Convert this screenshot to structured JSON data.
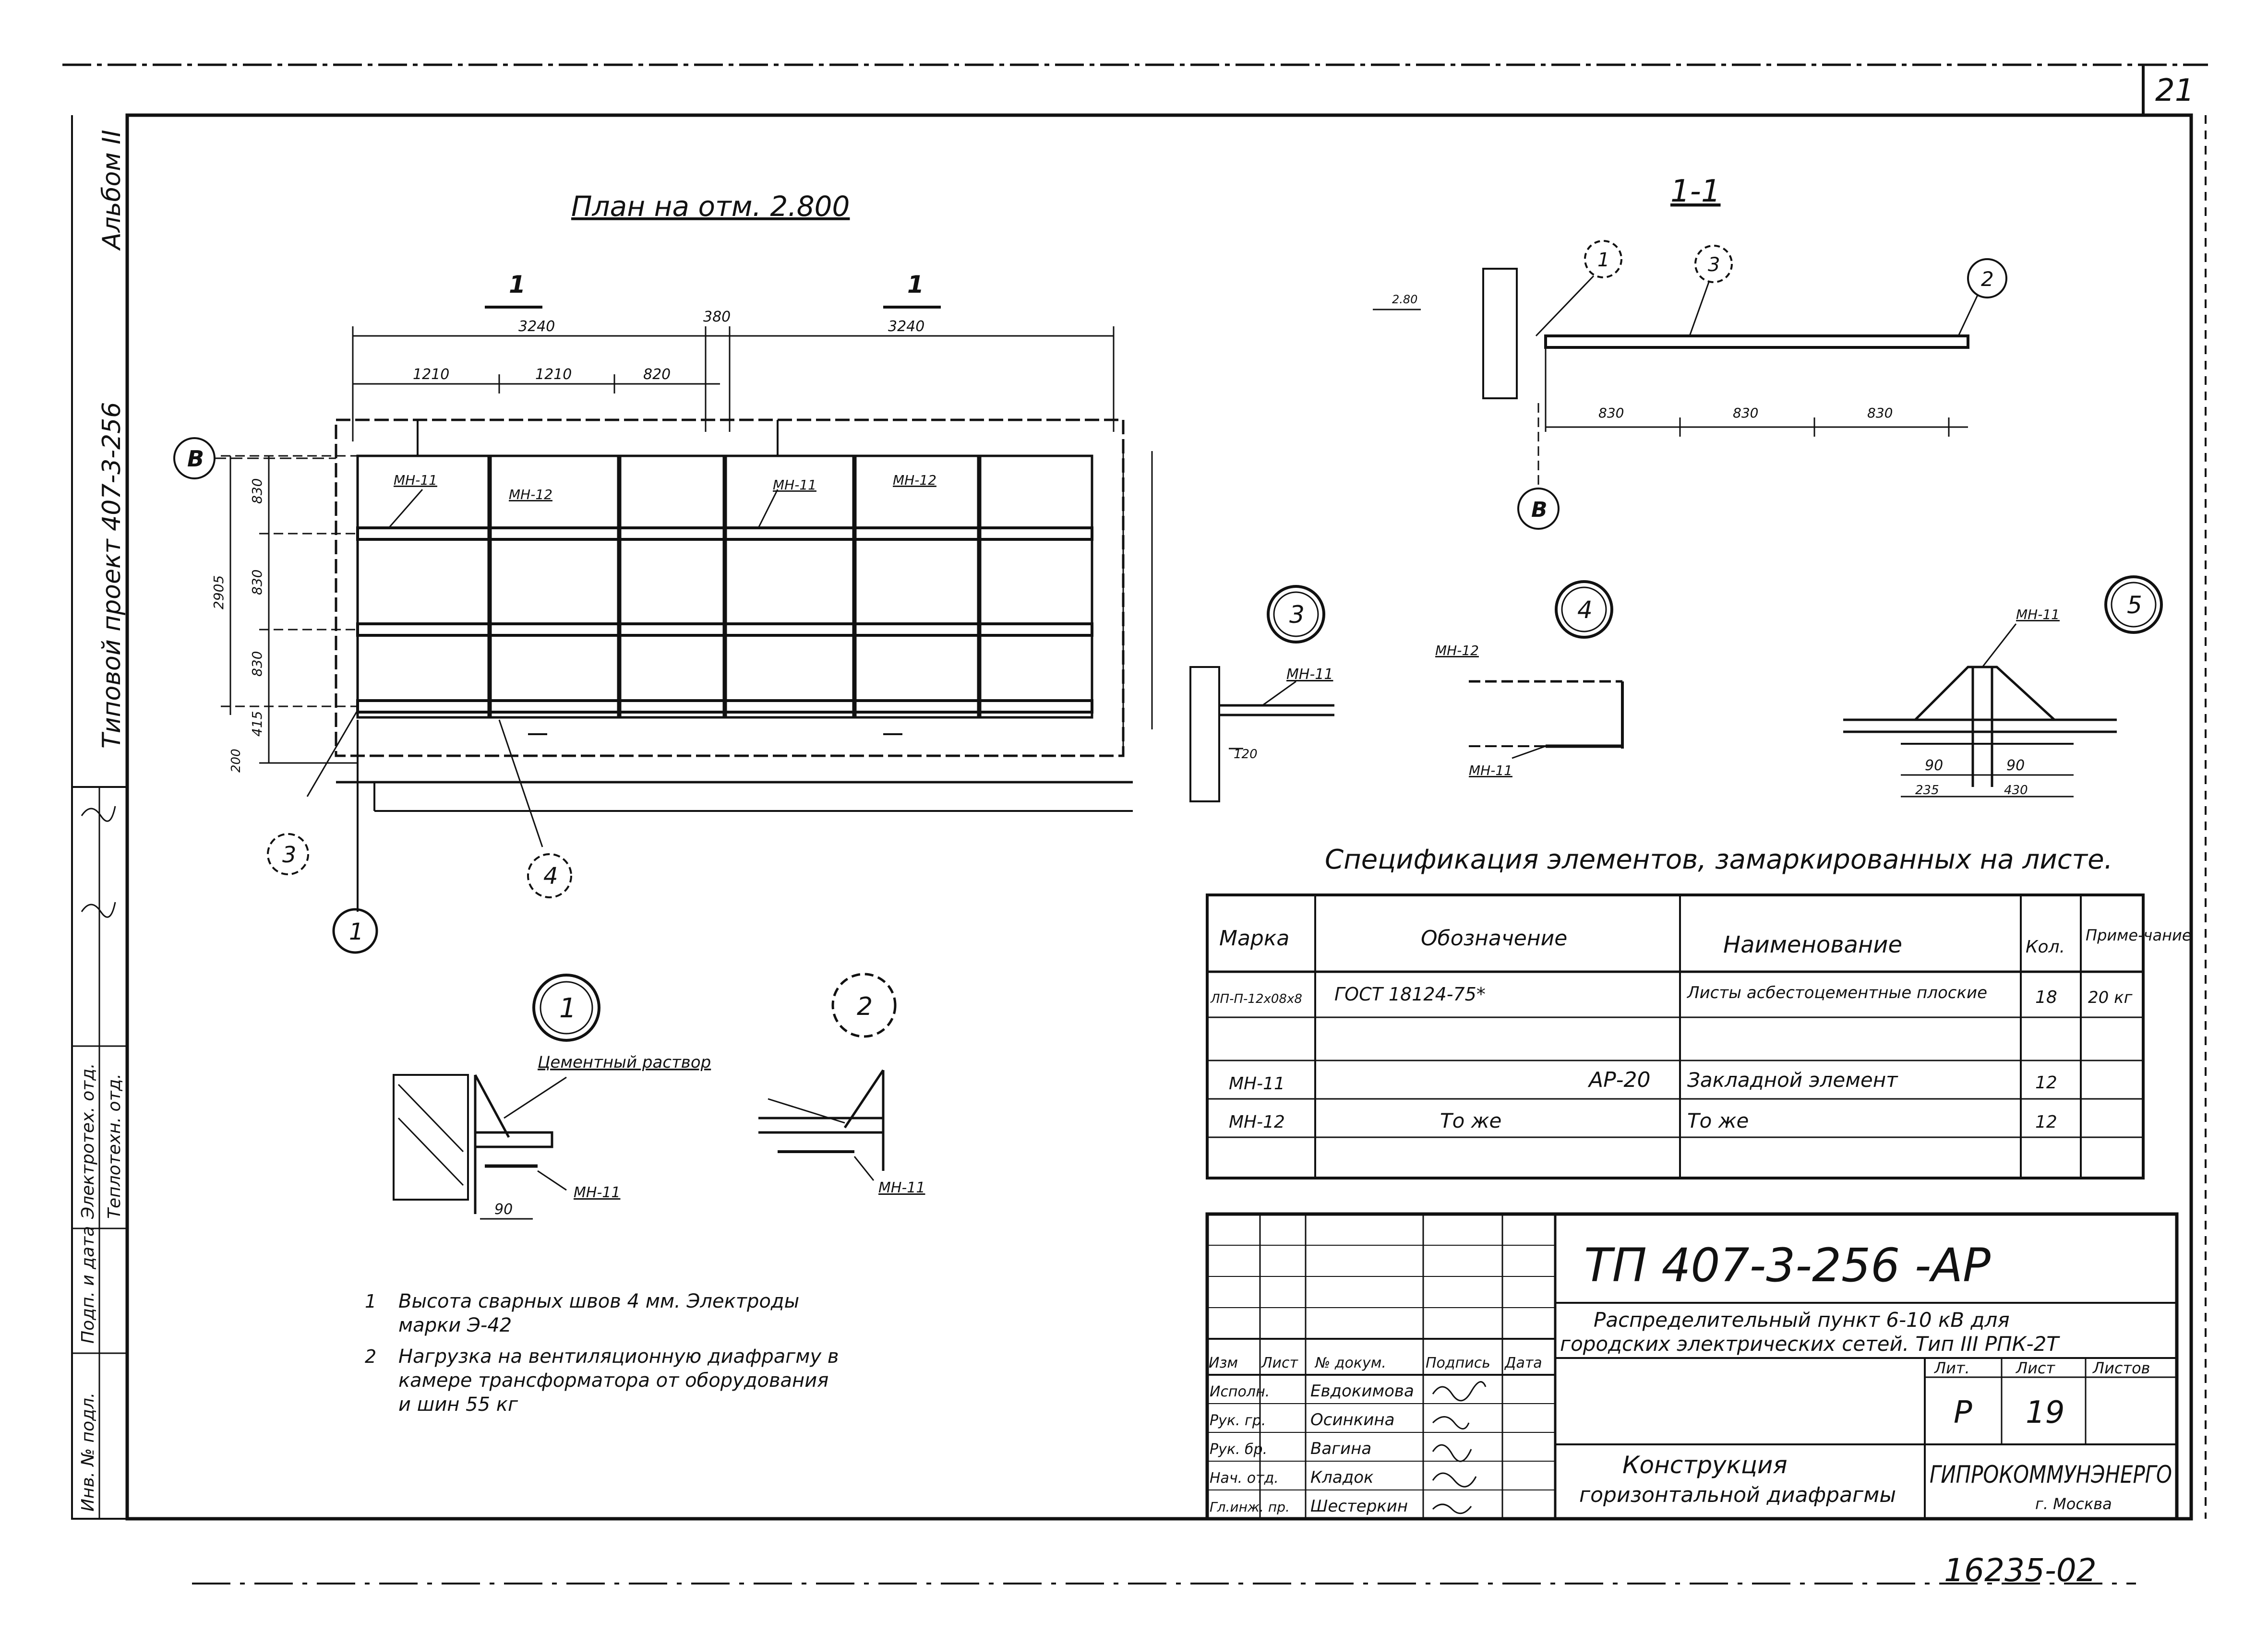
{
  "sheet": {
    "page_number": "21",
    "album_label": "Альбом II",
    "project_label": "Типовой проект 407-3-256",
    "archive_number": "16235-02"
  },
  "plan": {
    "title": "План на отм. 2.800",
    "dims_top": [
      "3240",
      "380",
      "3240"
    ],
    "dims_sub": [
      "1210",
      "1210",
      "820"
    ],
    "dims_left": [
      "830",
      "830",
      "830",
      "415",
      "200"
    ],
    "dim_total_left": "2905",
    "axis": "В",
    "section_marks": [
      "1",
      "1"
    ],
    "labels": [
      "МН-11",
      "МН-12",
      "МН-11",
      "МН-12"
    ],
    "callouts": [
      "1",
      "3",
      "4"
    ]
  },
  "section_1_1": {
    "title": "1-1",
    "level": "2.80",
    "dims": [
      "830",
      "830",
      "830"
    ],
    "axis": "В",
    "callouts": [
      "1",
      "3",
      "2"
    ]
  },
  "node3": {
    "num": "3",
    "label": "МН-11",
    "dim": "120"
  },
  "node4": {
    "num": "4",
    "label_top": "МН-12",
    "label_bottom": "МН-11"
  },
  "node5": {
    "num": "5",
    "label": "МН-11",
    "dims": [
      "90",
      "90",
      "235",
      "430"
    ]
  },
  "node1": {
    "num": "1",
    "note": "Цементный раствор",
    "label": "МН-11",
    "dim": "90"
  },
  "node2": {
    "num": "2",
    "label": "МН-11"
  },
  "spec": {
    "title": "Спецификация элементов, замаркированных на листе.",
    "headers": [
      "Марка",
      "Обозначение",
      "Наименование",
      "Кол.",
      "Приме-чание"
    ],
    "rows": [
      {
        "mark": "ЛП-П-12х08х8",
        "designation": "ГОСТ 18124-75*",
        "name": "Листы асбестоцементные плоские",
        "qty": "18",
        "note": "20 кг"
      },
      {
        "mark": "",
        "designation": "",
        "name": "",
        "qty": "",
        "note": ""
      },
      {
        "mark": "МН-11",
        "designation": "АР-20",
        "name": "Закладной элемент",
        "qty": "12",
        "note": ""
      },
      {
        "mark": "МН-12",
        "designation": "То же",
        "name": "То же",
        "qty": "12",
        "note": ""
      },
      {
        "mark": "",
        "designation": "",
        "name": "",
        "qty": "",
        "note": ""
      }
    ]
  },
  "notes": [
    {
      "num": "1",
      "text_lines": [
        "Высота сварных швов 4 мм. Электроды",
        "марки Э-42"
      ]
    },
    {
      "num": "2",
      "text_lines": [
        "Нагрузка на вентиляционную диафрагму в",
        "камере трансформатора от оборудования",
        "и шин 55 кг"
      ]
    }
  ],
  "title_block": {
    "code": "ТП 407-3-256 -АР",
    "object_lines": [
      "Распределительный пункт 6-10 кВ для",
      "городских электрических сетей. Тип III РПК-2Т"
    ],
    "sheet_name_lines": [
      "Конструкция",
      "горизонтальной диафрагмы"
    ],
    "org": "ГИПРОКОММУНЭНЕРГО",
    "city": "г. Москва",
    "col_headers": [
      "Изм",
      "Лист",
      "№ докум.",
      "Подпись",
      "Дата"
    ],
    "lit_headers": [
      "Лит.",
      "Лист",
      "Листов"
    ],
    "lit": "Р",
    "sheet_no": "19",
    "sheets_total": "",
    "people": [
      {
        "role": "Исполн.",
        "name": "Евдокимова"
      },
      {
        "role": "Рук. гр.",
        "name": "Осинкина"
      },
      {
        "role": "Рук. бр.",
        "name": "Вагина"
      },
      {
        "role": "Нач. отд.",
        "name": "Кладок"
      },
      {
        "role": "Гл.инж. пр.",
        "name": "Шестеркин"
      }
    ]
  },
  "side_stamp": {
    "lines": [
      "Электротех. отд.",
      "Теплотехн. отд.",
      "Подп. и дата",
      "Инв. № подл."
    ]
  }
}
